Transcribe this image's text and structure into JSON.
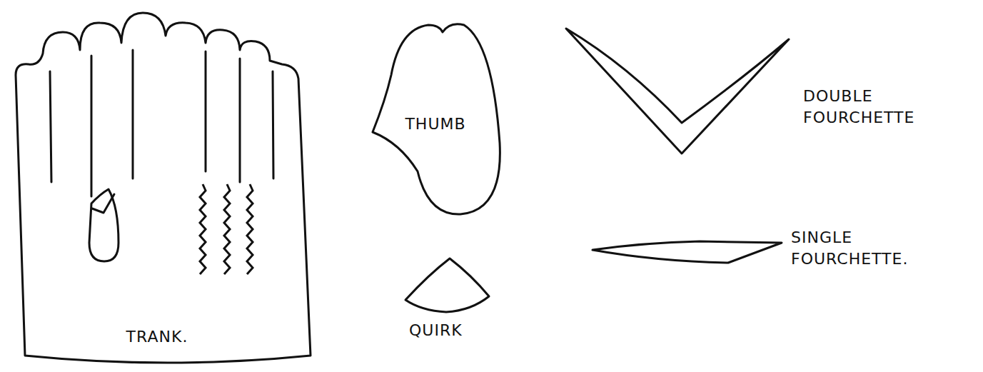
{
  "diagram": {
    "nodes": [
      {
        "text": [
          "TRANK."
        ]
      },
      {
        "text": [
          "THUMB"
        ]
      }
    ],
    "labels": [
      "QUIRK",
      "DOUBLE FOURCHETTE",
      "SINGLE FOURCHETTE."
    ]
  }
}
